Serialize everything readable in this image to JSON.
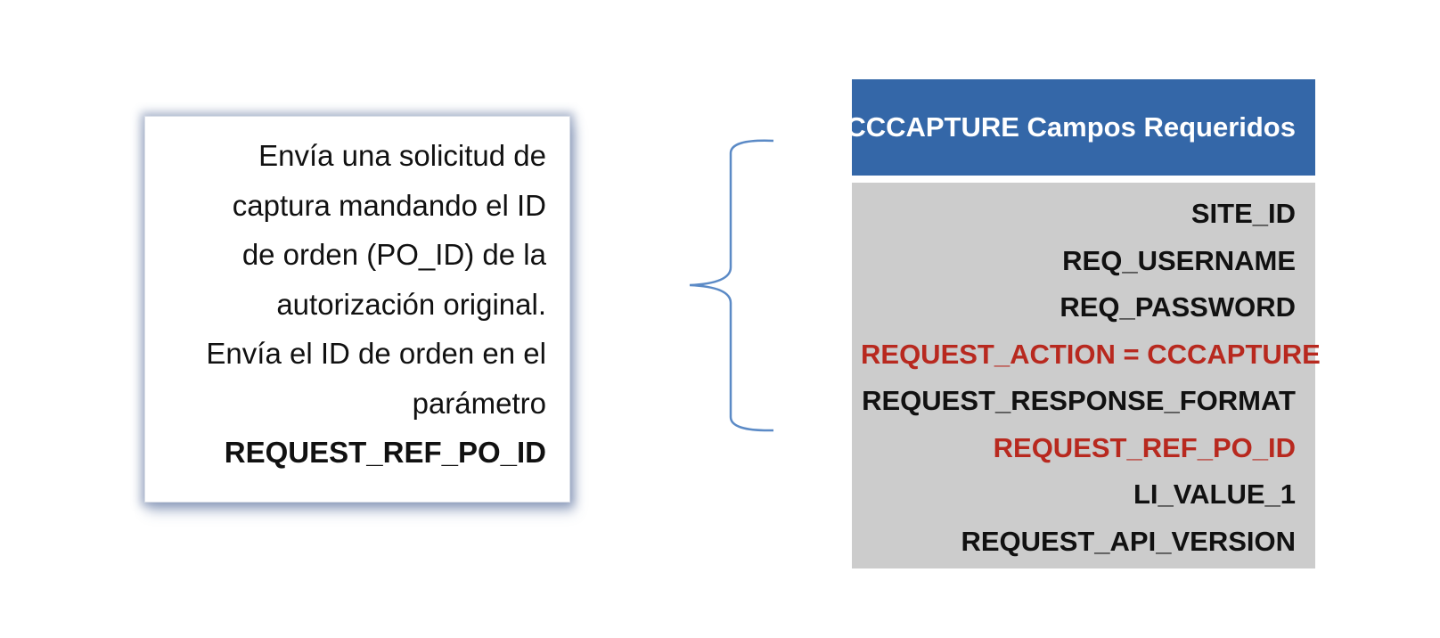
{
  "description": {
    "lines": [
      "Envía una solicitud de",
      "captura mandando el ID",
      "de orden (PO_ID) de la",
      "autorización original.",
      "Envía el ID de orden en el",
      "parámetro"
    ],
    "param": "REQUEST_REF_PO_ID"
  },
  "required_fields": {
    "title": "CCCAPTURE Campos Requeridos",
    "items": [
      {
        "label": "SITE_ID",
        "highlight": false
      },
      {
        "label": "REQ_USERNAME",
        "highlight": false
      },
      {
        "label": "REQ_PASSWORD",
        "highlight": false
      },
      {
        "label": "REQUEST_ACTION = CCCAPTURE",
        "highlight": true
      },
      {
        "label": "REQUEST_RESPONSE_FORMAT",
        "highlight": false
      },
      {
        "label": "REQUEST_REF_PO_ID",
        "highlight": true
      },
      {
        "label": "LI_VALUE_1",
        "highlight": false
      },
      {
        "label": "REQUEST_API_VERSION",
        "highlight": false
      }
    ],
    "highlight_color": "#b8291f"
  },
  "colors": {
    "header_bg": "#3467a8",
    "body_bg": "#cccccc",
    "brace": "#5b8ac6"
  }
}
